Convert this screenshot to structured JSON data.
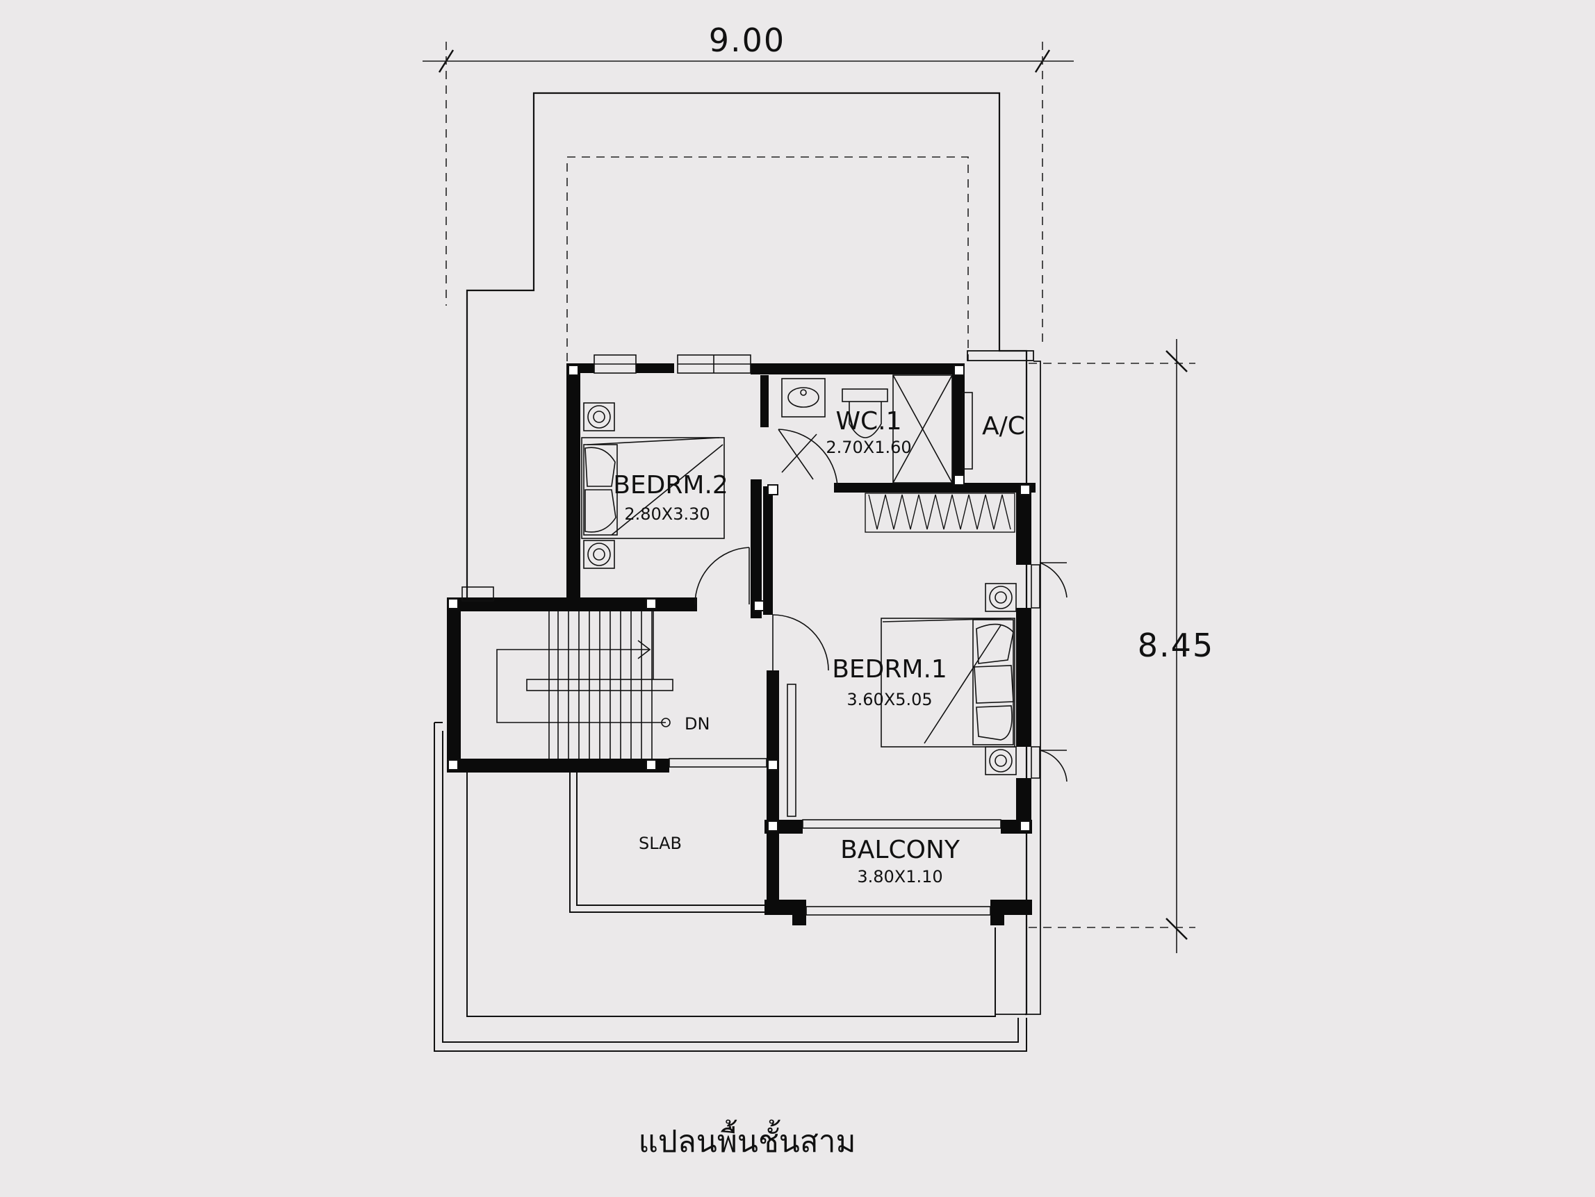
{
  "dimensions": {
    "width": "9.00",
    "depth": "8.45"
  },
  "rooms": {
    "bedroom2": {
      "label": "BEDRM.2",
      "size": "2.80X3.30"
    },
    "wc1": {
      "label": "WC.1",
      "size": "2.70X1.60"
    },
    "ac": {
      "label": "A/C"
    },
    "bedroom1": {
      "label": "BEDRM.1",
      "size": "3.60X5.05"
    },
    "balcony": {
      "label": "BALCONY",
      "size": "3.80X1.10"
    },
    "slab": {
      "label": "SLAB"
    }
  },
  "stairs": {
    "label": "DN"
  },
  "caption": "แปลนพื้นชั้นสาม"
}
